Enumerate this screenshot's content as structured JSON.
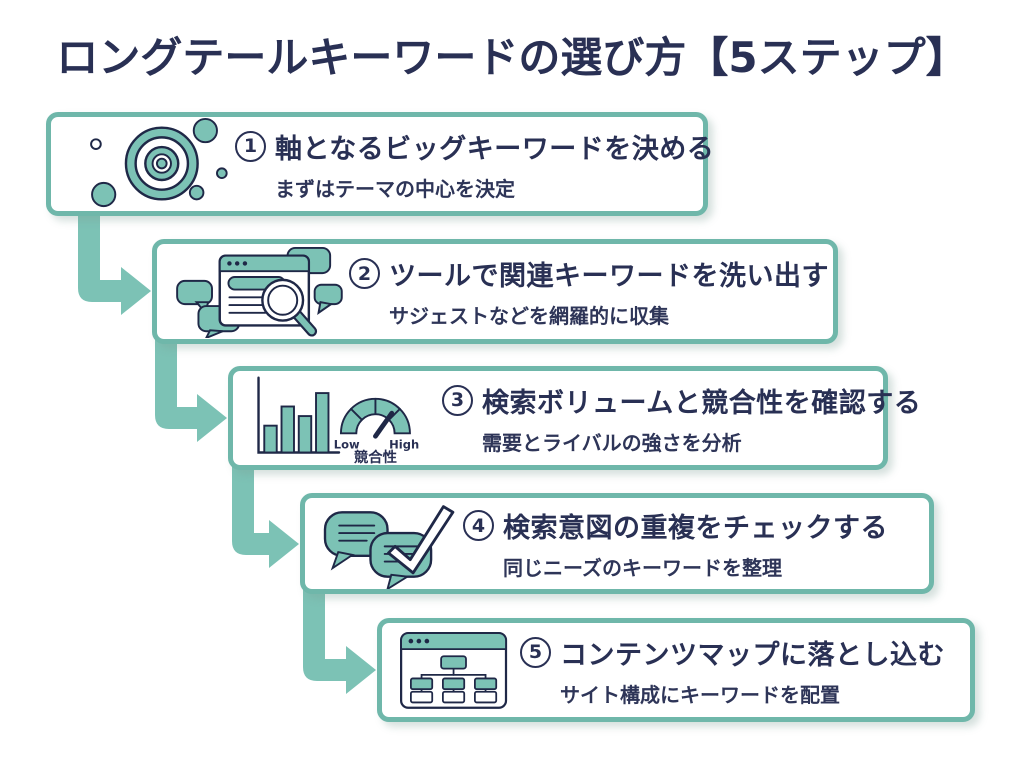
{
  "title": "ロングテールキーワードの選び方【5ステップ】",
  "colors": {
    "accent": "#7cc2b5",
    "border": "#6fb7aa",
    "navy": "#293054",
    "outline": "#1f2847"
  },
  "steps": [
    {
      "number": "1",
      "heading": "軸となるビッグキーワードを決める",
      "subtitle": "まずはテーマの中心を決定",
      "icon": "target-icon"
    },
    {
      "number": "2",
      "heading": "ツールで関連キーワードを洗い出す",
      "subtitle": "サジェストなどを網羅的に収集",
      "icon": "browser-search-icon"
    },
    {
      "number": "3",
      "heading": "検索ボリュームと競合性を確認する",
      "subtitle": "需要とライバルの強さを分析",
      "icon": "bar-chart-and-gauge-icon",
      "gauge": {
        "low": "Low",
        "high": "High",
        "caption": "競合性"
      }
    },
    {
      "number": "4",
      "heading": "検索意図の重複をチェックする",
      "subtitle": "同じニーズのキーワードを整理",
      "icon": "chat-check-icon"
    },
    {
      "number": "5",
      "heading": "コンテンツマップに落とし込む",
      "subtitle": "サイト構成にキーワードを配置",
      "icon": "sitemap-icon"
    }
  ]
}
